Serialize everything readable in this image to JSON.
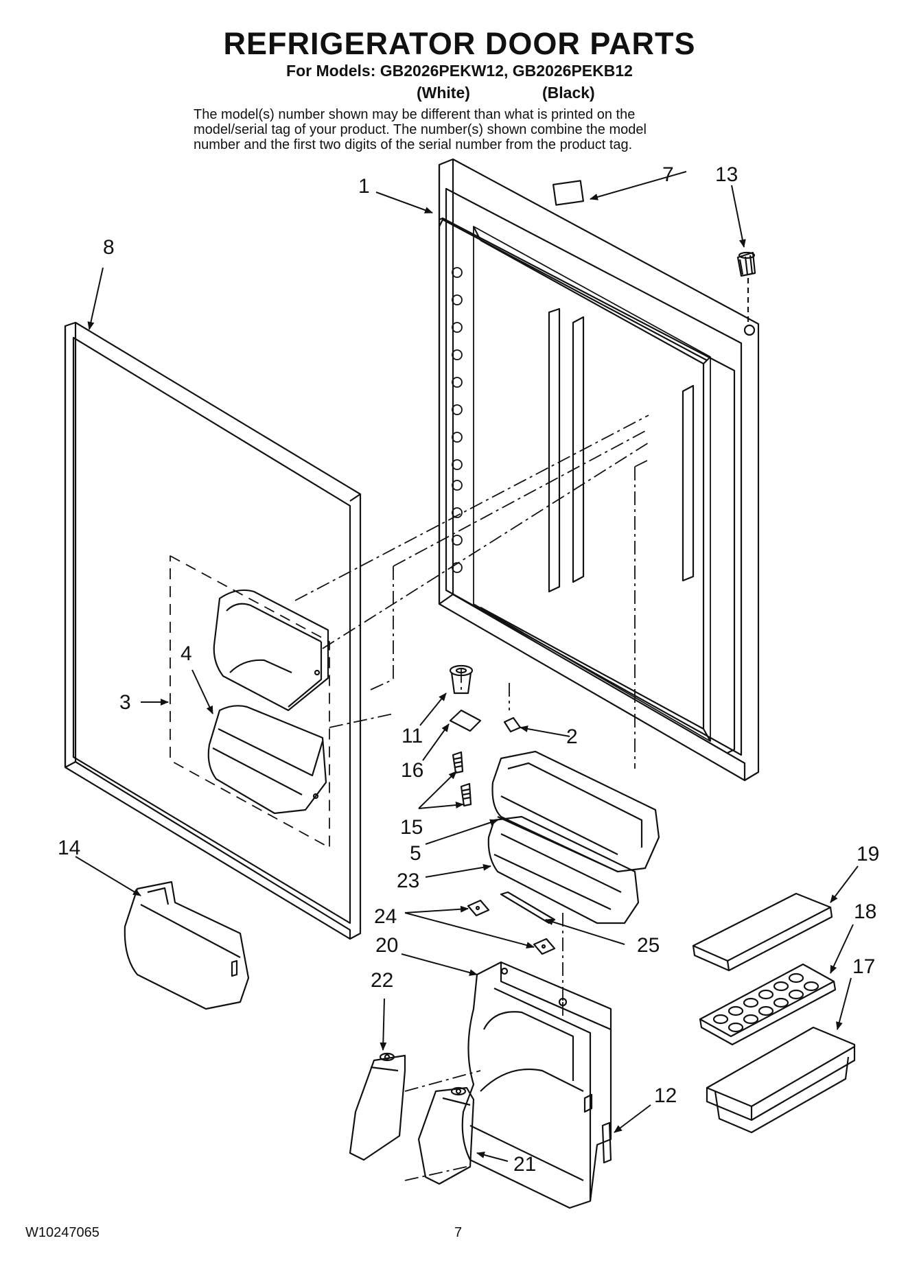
{
  "header": {
    "title": "REFRIGERATOR DOOR PARTS",
    "models": "For Models: GB2026PEKW12, GB2026PEKB12",
    "variant_white": "(White)",
    "variant_black": "(Black)",
    "note_lines": [
      "The model(s) number shown may be different than what is printed on the",
      "model/serial tag of your product. The number(s) shown combine the model",
      "number and the first two digits of the serial number from the product tag."
    ]
  },
  "callouts": {
    "c1": "1",
    "c2": "2",
    "c3": "3",
    "c4": "4",
    "c5": "5",
    "c7": "7",
    "c8": "8",
    "c11": "11",
    "c12": "12",
    "c13": "13",
    "c14": "14",
    "c15": "15",
    "c16": "16",
    "c17": "17",
    "c18": "18",
    "c19": "19",
    "c20": "20",
    "c21": "21",
    "c22": "22",
    "c23": "23",
    "c24": "24",
    "c25": "25"
  },
  "footer": {
    "doc_number": "W10247065",
    "page_number": "7"
  }
}
